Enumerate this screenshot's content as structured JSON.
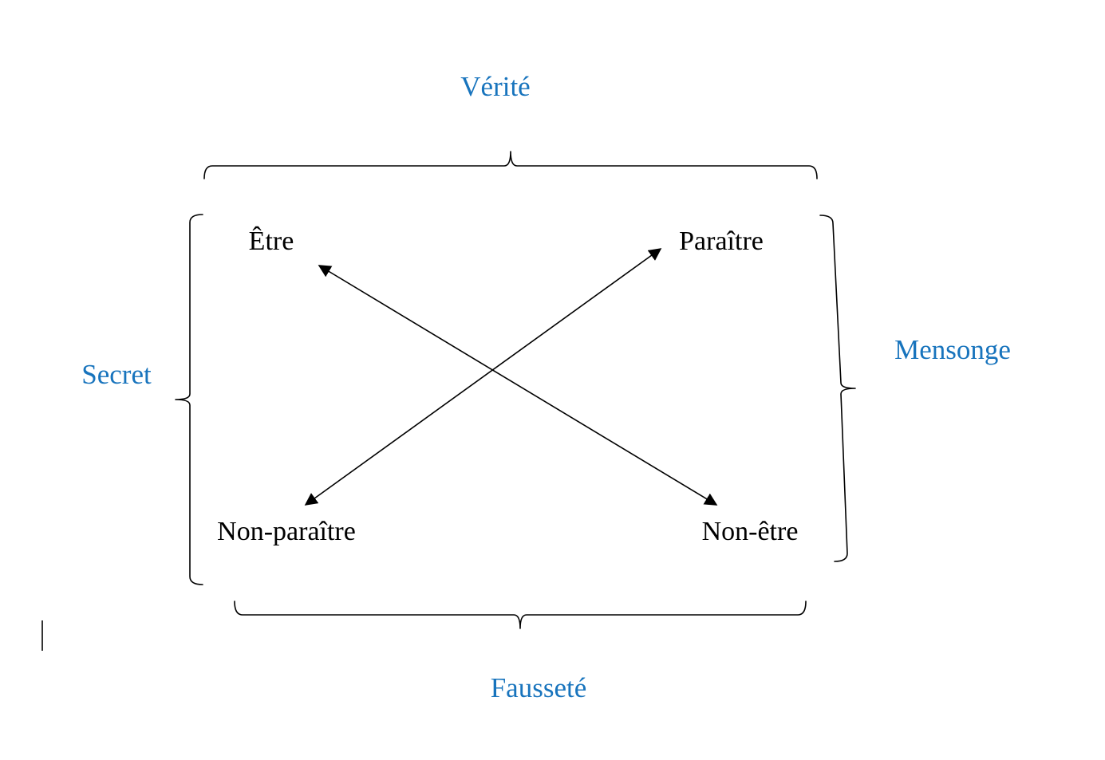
{
  "colors": {
    "category_text": "#1874BD",
    "term_text": "#000000",
    "lines": "#000000"
  },
  "terms": {
    "top_left": "Être",
    "top_right": "Paraître",
    "bottom_left": "Non-paraître",
    "bottom_right": "Non-être"
  },
  "categories": {
    "top": "Vérité",
    "bottom": "Fausseté",
    "left": "Secret",
    "right": "Mensonge"
  },
  "arrows": [
    {
      "from": "top_left",
      "to": "bottom_right",
      "bidirectional": true
    },
    {
      "from": "top_right",
      "to": "bottom_left",
      "bidirectional": true
    }
  ]
}
